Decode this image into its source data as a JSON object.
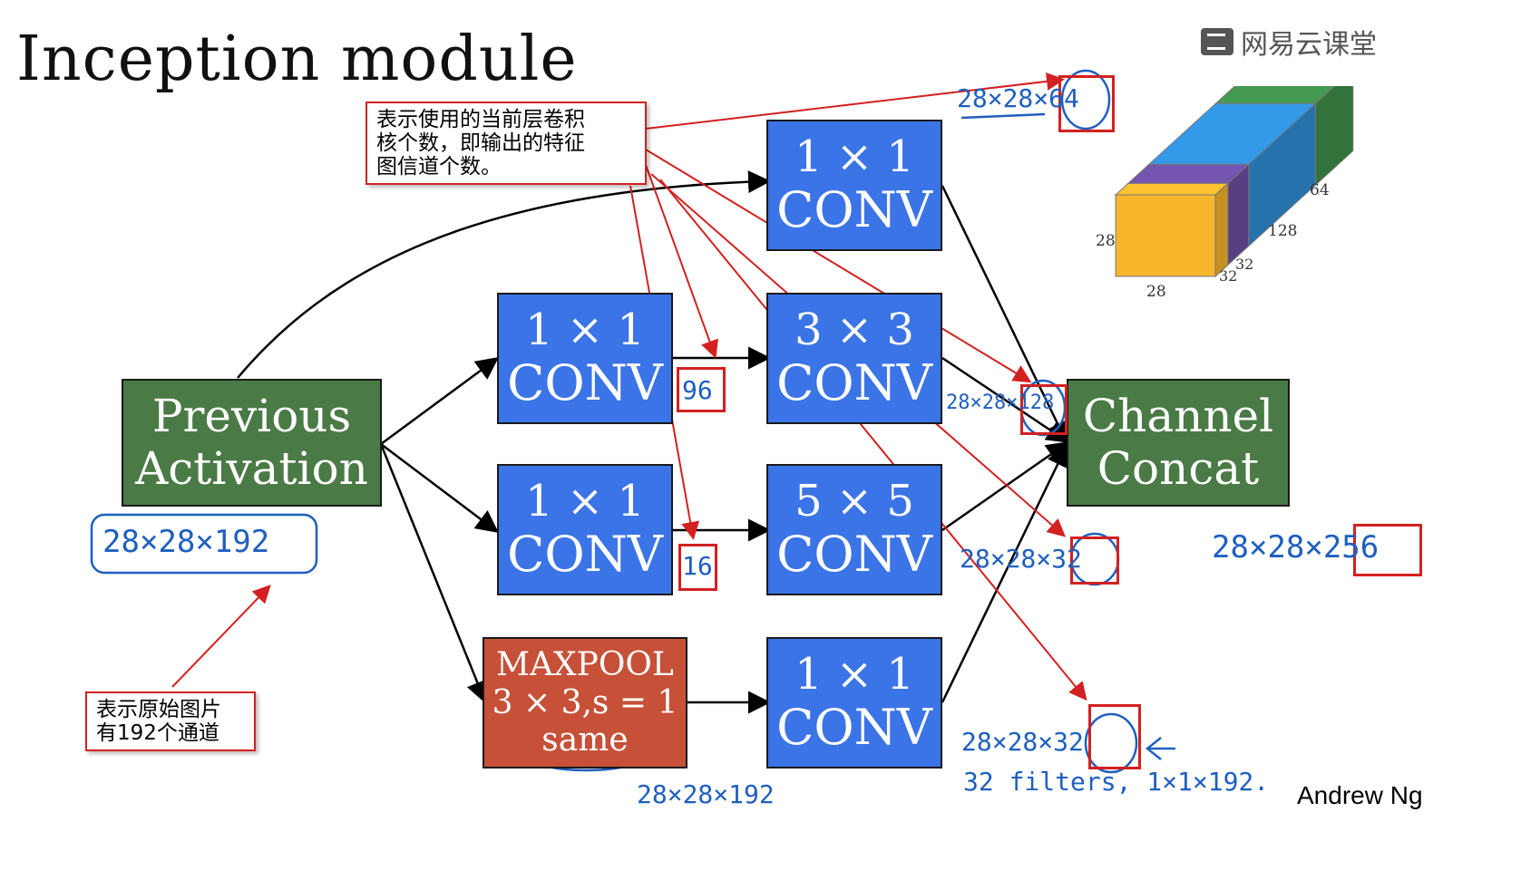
{
  "title": "Inception module",
  "watermark": {
    "text": "网易云课堂",
    "icon": "book-icon"
  },
  "author": "Andrew Ng",
  "colors": {
    "conv": "#3b74e6",
    "activation": "#4a7a45",
    "pool": "#c65138",
    "annotation": "#d32020",
    "handwriting": "#1f5fbf"
  },
  "blocks": {
    "prev": {
      "line1": "Previous",
      "line2": "Activation"
    },
    "conv1_top": {
      "line1": "1 × 1",
      "line2": "CONV"
    },
    "conv1_a": {
      "line1": "1 × 1",
      "line2": "CONV"
    },
    "conv3": {
      "line1": "3 × 3",
      "line2": "CONV"
    },
    "conv1_b": {
      "line1": "1 × 1",
      "line2": "CONV"
    },
    "conv5": {
      "line1": "5 × 5",
      "line2": "CONV"
    },
    "maxpool": {
      "line1": "MAXPOOL",
      "line2": "3 × 3,s = 1",
      "line3": "same"
    },
    "conv1_bottom": {
      "line1": "1 × 1",
      "line2": "CONV"
    },
    "concat": {
      "line1": "Channel",
      "line2": "Concat"
    }
  },
  "annotations": {
    "top_note": "表示使用的当前层卷积\n核个数，即输出的特征\n图信道个数。",
    "bottom_note": "表示原始图片\n有192个通道"
  },
  "handwriting": {
    "input_dims": "28×28×192",
    "out64": "28×28×64",
    "n96": "96",
    "out128": "28×28×128",
    "n16": "16",
    "out32a": "28×28×32",
    "out256": "28×28×256",
    "pool_dims": "28×28×192",
    "out32b": "28×28×32",
    "filters": "32 filters, 1×1×192."
  },
  "cube": {
    "labels": {
      "h": "28",
      "w": "28",
      "d1": "32",
      "d2": "32",
      "d3": "128",
      "d4": "64"
    },
    "colors": [
      "#f7b52c",
      "#6b4fa3",
      "#2f8fd8",
      "#3f8f4a"
    ]
  }
}
